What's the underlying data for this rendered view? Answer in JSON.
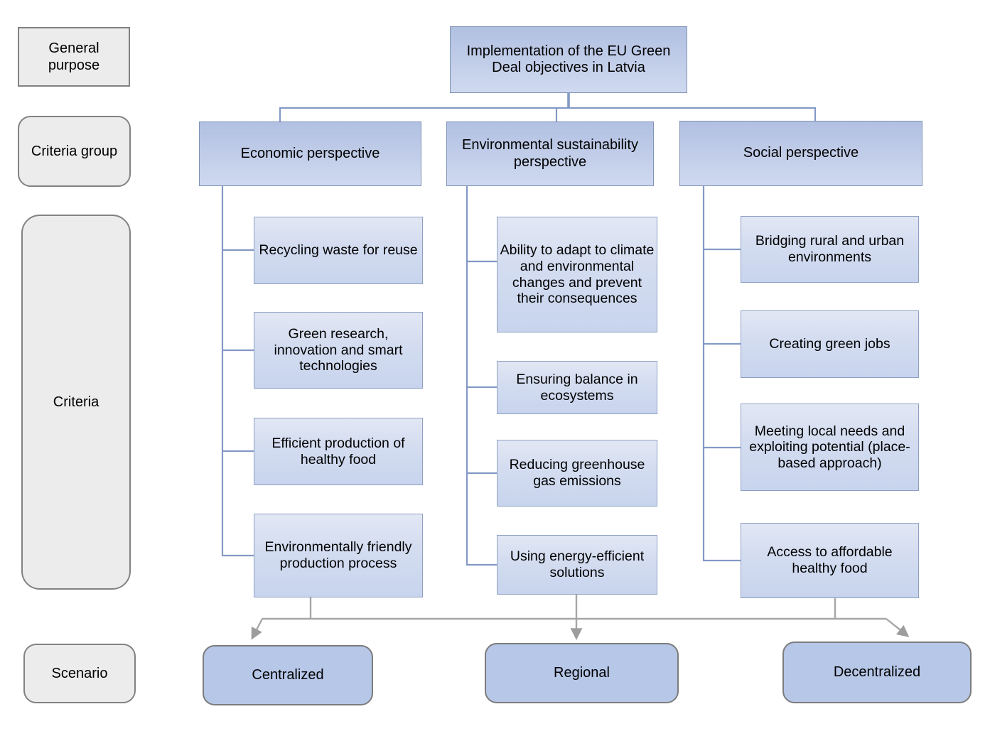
{
  "diagram": {
    "type": "hierarchy",
    "row_labels": [
      {
        "label": "General purpose"
      },
      {
        "label": "Criteria group"
      },
      {
        "label": "Criteria"
      },
      {
        "label": "Scenario"
      }
    ],
    "root": {
      "label": "Implementation of the EU Green Deal objectives in Latvia"
    },
    "criteria_groups": [
      {
        "label": "Economic perspective",
        "criteria": [
          "Recycling waste for reuse",
          "Green research, innovation and smart technologies",
          "Efficient production of healthy food",
          "Environmentally friendly production process"
        ]
      },
      {
        "label": "Environmental sustainability perspective",
        "criteria": [
          "Ability to adapt to climate and environmental changes and prevent their consequences",
          "Ensuring balance in ecosystems",
          "Reducing greenhouse gas emissions",
          "Using energy-efficient solutions"
        ]
      },
      {
        "label": "Social perspective",
        "criteria": [
          "Bridging rural and urban environments",
          "Creating green jobs",
          "Meeting local needs and exploiting potential (place-based approach)",
          "Access to affordable healthy food"
        ]
      }
    ],
    "scenarios": [
      {
        "label": "Centralized"
      },
      {
        "label": "Regional"
      },
      {
        "label": "Decentralized"
      }
    ],
    "colors": {
      "node_fill_top": "#b1c0e2",
      "node_fill_bottom": "#cfd9f0",
      "criterion_fill_top": "#e2e7f4",
      "criterion_fill_bottom": "#c8d4ee",
      "node_border": "#8093b6",
      "criterion_border": "#8da0c2",
      "scenario_fill": "#b6c7e8",
      "scenario_border": "#7c7c7c",
      "label_fill": "#ececec",
      "label_border": "#828282",
      "tree_connector": "#8399c5",
      "arrow_connector": "#a6a6a6"
    }
  }
}
